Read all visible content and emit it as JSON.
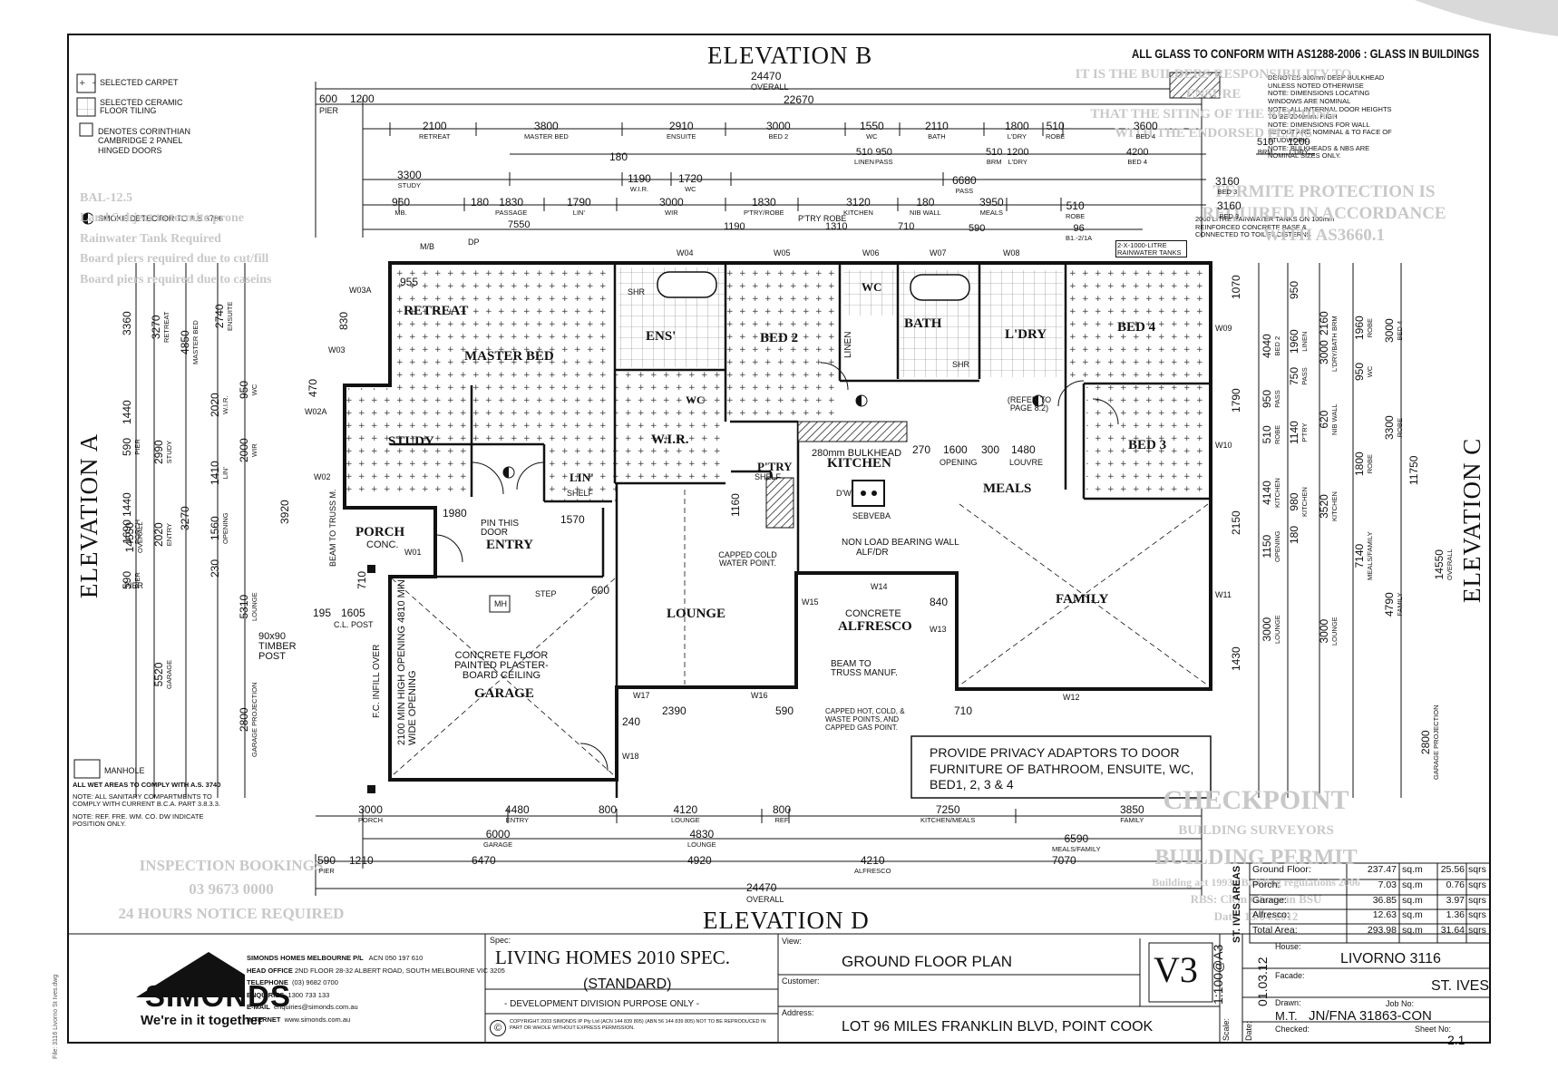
{
  "elevations": {
    "top": "ELEVATION B",
    "left": "ELEVATION A",
    "right": "ELEVATION C",
    "bottom": "ELEVATION D"
  },
  "glass_note": "ALL GLASS TO CONFORM WITH AS1288-2006 : GLASS IN BUILDINGS",
  "legend": {
    "carpet": "SELECTED CARPET",
    "tiling": "SELECTED CERAMIC FLOOR TILING",
    "doors": "DENOTES CORINTHIAN CAMBRIDGE 2 PANEL HINGED DOORS",
    "smoke": "SMOKE DETECTOR TO A.S 3786"
  },
  "bulkhead_notes": [
    "DENOTES 300mm DEEP BULKHEAD UNLESS NOTED OTHERWISE",
    "NOTE: DIMENSIONS LOCATING WINDOWS ARE NOMINAL",
    "NOTE: ALL INTERNAL DOOR HEIGHTS TO BE 2040mm. HIGH",
    "NOTE: DIMENSIONS FOR WALL SETOUT ARE NOMINAL & TO FACE OF STUDWORK.",
    "NOTE: BULKHEADS & NBS ARE NOMINAL SIZES ONLY."
  ],
  "tank_note": "2000 LITRE RAINWATER TANKS ON 100mm REINFORCED CONCRETE BASE & CONNECTED TO TOILET CISTERNS",
  "tank_label": "2-X-1000-LITRE RAINWATER TANKS",
  "faint_stamps": {
    "responsibility": [
      "IT IS THE BUILDERS RESPONSIBILITY TO ENSURE",
      "THAT THE SITING OF THE BUILDING",
      "WITH THE ENDORSED PLANS"
    ],
    "termite": [
      "TERMITE PROTECTION IS",
      "REQUIRED IN ACCORDANCE",
      "WITH AS3660.1"
    ],
    "bal": [
      "BAL-12.5",
      "Land Subject to termite prone",
      "Rainwater Tank Required",
      "Board piers required due to cut/fill",
      "Board piers required due to caseins"
    ],
    "inspection": [
      "INSPECTION BOOKINGS",
      "03 9673 0000",
      "24 HOURS NOTICE REQUIRED"
    ],
    "checkpoint": [
      "CHECKPOINT",
      "BUILDING SURVEYORS",
      "BUILDING PERMIT",
      "Building act 1993 / Building regulations 2006",
      "RBS: Clem Ghossein BSU",
      "Date: 13/04/2012"
    ]
  },
  "top_dims": {
    "overall": "24470",
    "overall_label": "OVERALL",
    "pier_600": "600",
    "pier_1200": "1200",
    "pier_label": "PIER",
    "d22670": "22670",
    "row1": [
      {
        "v": "2100",
        "l": "RETREAT"
      },
      {
        "v": "3800",
        "l": "MASTER BED"
      },
      {
        "v": "2910",
        "l": "ENSUITE"
      },
      {
        "v": "3000",
        "l": "BED 2"
      },
      {
        "v": "1550",
        "l": "WC"
      },
      {
        "v": "2110",
        "l": "BATH"
      },
      {
        "v": "1800",
        "l": "L'DRY"
      },
      {
        "v": "510",
        "l": "ROBE"
      },
      {
        "v": "3600",
        "l": "BED 4"
      }
    ],
    "row2": [
      {
        "v": "510",
        "l": "LINEN"
      },
      {
        "v": "950",
        "l": "PASS"
      },
      {
        "v": "510",
        "l": "BRM"
      },
      {
        "v": "1200",
        "l": "L'DRY"
      },
      {
        "v": "4200",
        "l": "BED 4"
      }
    ],
    "row3": [
      {
        "v": "3300",
        "l": "STUDY"
      },
      {
        "v": "180",
        "l": ""
      },
      {
        "v": "1190",
        "l": "W.I.R."
      },
      {
        "v": "1720",
        "l": "WC"
      },
      {
        "v": "6680",
        "l": "PASS"
      },
      {
        "v": "3160",
        "l": "BED 3"
      }
    ],
    "row4": [
      {
        "v": "960",
        "l": "MB."
      },
      {
        "v": "180",
        "l": ""
      },
      {
        "v": "1830",
        "l": "PASSAGE"
      },
      {
        "v": "1790",
        "l": "LIN'"
      },
      {
        "v": "3000",
        "l": "WIR"
      },
      {
        "v": "1830",
        "l": "P'TRY/ROBE"
      },
      {
        "v": "3120",
        "l": "KITCHEN"
      },
      {
        "v": "180",
        "l": "NIB WALL"
      },
      {
        "v": "3950",
        "l": "MEALS"
      },
      {
        "v": "510",
        "l": "ROBE"
      },
      {
        "v": "3160",
        "l": "BED 3"
      }
    ],
    "row5": [
      {
        "v": "7550",
        "l": ""
      },
      {
        "v": "1190",
        "l": ""
      },
      {
        "v": "1310",
        "l": ""
      },
      {
        "v": "710",
        "l": ""
      },
      {
        "v": "590",
        "l": ""
      },
      {
        "v": "96",
        "l": "B1.-2/1A"
      }
    ],
    "right_small": [
      {
        "v": "510",
        "l": "BRM"
      },
      {
        "v": "1200",
        "l": "L'DRY"
      }
    ]
  },
  "rooms": {
    "retreat": "RETREAT",
    "master_bed": "MASTER BED",
    "ens": "ENS'",
    "bed2": "BED 2",
    "wc": "WC",
    "bath": "BATH",
    "ldry": "L'DRY",
    "bed4": "BED 4",
    "study": "STUDY",
    "lin": "LIN'",
    "wir": "W.I.R.",
    "wc2": "WC",
    "ptry": "P'TRY",
    "kitchen": "KITCHEN",
    "meals": "MEALS",
    "bed3": "BED 3",
    "porch": "PORCH",
    "porch_sub": "CONC.",
    "entry": "ENTRY",
    "lounge": "LOUNGE",
    "alfresco": "ALFRESCO",
    "alfresco_sub": "CONCRETE",
    "family": "FAMILY",
    "garage": "GARAGE",
    "linen": "LINEN",
    "shr": "SHR",
    "shr2": "SHR",
    "shelf": "SHELF",
    "shelf2": "SHELF",
    "mh": "MH"
  },
  "windows": [
    "W04",
    "W05",
    "W06",
    "W07",
    "W08",
    "W09",
    "W10",
    "W11",
    "W12",
    "W13",
    "W14",
    "W15",
    "W16",
    "W17",
    "W18",
    "W01",
    "W02",
    "W02A",
    "W03",
    "W03A"
  ],
  "plan_notes": {
    "bulkhead": "280mm BULKHEAD",
    "refer": "(REFER TO PAGE 8.2)",
    "opening_1600": "1600",
    "opening": "OPENING",
    "louvre_300": "300",
    "louvre_1480": "1480",
    "louvre": "LOUVRE",
    "d270": "270",
    "pin_door": "PIN THIS DOOR",
    "d1980": "1980",
    "d1570": "1570",
    "capped_cold": "CAPPED COLD WATER POINT.",
    "d1160": "1160",
    "non_load": "NON LOAD BEARING WALL",
    "alf_dr": "ALF/DR",
    "d840": "840",
    "beam_truss": "BEAM TO TRUSS MANUF.",
    "capped_hot": "CAPPED HOT, COLD, & WASTE POINTS, AND CAPPED GAS POINT.",
    "d2390": "2390",
    "d590": "590",
    "d710": "710",
    "d240": "240",
    "garage_ceiling": "CONCRETE FLOOR PAINTED PLASTER-BOARD CEILING",
    "garage_opening": "2100 MIN HIGH OPENING 4810 MIN WIDE OPENING",
    "fc_infill": "F.C. INFILL OVER",
    "step": "STEP",
    "d600": "600",
    "timber_post": "90x90 TIMBER POST",
    "d195": "195",
    "d1605": "1605",
    "cl_post": "C.L. POST",
    "beam_truss_m": "BEAM TO TRUSS M.",
    "d3920": "3920",
    "d470": "470",
    "d830": "830",
    "d955": "955",
    "d710b": "710",
    "dw": "D'W",
    "sebveba": "SEBVEBA",
    "dp": "DP",
    "mb": "M/B",
    "ptry_robe": "P'TRY ROBE",
    "pier": "PIER"
  },
  "privacy_note": "PROVIDE PRIVACY ADAPTORS TO DOOR FURNITURE OF BATHROOM, ENSUITE, WC, BED1, 2, 3 & 4",
  "left_notes": {
    "manhole": "MANHOLE",
    "wet_areas": "ALL WET AREAS TO COMPLY WITH A.S. 3740",
    "sanitary": "NOTE: ALL SANITARY COMPARTMENTS TO COMPLY WITH CURRENT B.C.A. PART 3.8.3.3.",
    "ref": "NOTE: REF. FRE. WM. CO. DW INDICATE POSITION ONLY."
  },
  "left_dims": [
    {
      "v": "3360",
      "l": ""
    },
    {
      "v": "3270",
      "l": "RETREAT"
    },
    {
      "v": "4850",
      "l": "MASTER BED"
    },
    {
      "v": "2740",
      "l": "ENSUITE"
    },
    {
      "v": "14550",
      "l": "OVERALL"
    },
    {
      "v": "1440",
      "l": ""
    },
    {
      "v": "590",
      "l": "PIER"
    },
    {
      "v": "2990",
      "l": "STUDY"
    },
    {
      "v": "2020",
      "l": "W.I.R."
    },
    {
      "v": "950",
      "l": "WC"
    },
    {
      "v": "1440",
      "l": ""
    },
    {
      "v": "3270",
      "l": ""
    },
    {
      "v": "1410",
      "l": "LIN'"
    },
    {
      "v": "2000",
      "l": "WIR"
    },
    {
      "v": "1690",
      "l": "PORCH"
    },
    {
      "v": "2020",
      "l": "ENTRY"
    },
    {
      "v": "230",
      "l": ""
    },
    {
      "v": "1560",
      "l": "OPENING"
    },
    {
      "v": "590",
      "l": "PIER"
    },
    {
      "v": "5310",
      "l": "LOUNGE"
    },
    {
      "v": "5520",
      "l": "GARAGE"
    },
    {
      "v": "2800",
      "l": "GARAGE PROJECTION"
    }
  ],
  "right_dims": [
    {
      "v": "1070",
      "l": ""
    },
    {
      "v": "1790",
      "l": ""
    },
    {
      "v": "2150",
      "l": ""
    },
    {
      "v": "1430",
      "l": ""
    },
    {
      "v": "4040",
      "l": "BED 2"
    },
    {
      "v": "950",
      "l": ""
    },
    {
      "v": "1960",
      "l": "LINEN"
    },
    {
      "v": "2160",
      "l": "BRM"
    },
    {
      "v": "3000",
      "l": "L'DRY/BATH"
    },
    {
      "v": "1960",
      "l": "ROBE"
    },
    {
      "v": "3000",
      "l": "BED 4"
    },
    {
      "v": "750",
      "l": "PASS"
    },
    {
      "v": "950",
      "l": "PASS"
    },
    {
      "v": "950",
      "l": "WC"
    },
    {
      "v": "620",
      "l": "NIB WALL"
    },
    {
      "v": "510",
      "l": "ROBE"
    },
    {
      "v": "1140",
      "l": "P'TRY"
    },
    {
      "v": "3300",
      "l": "ROBE"
    },
    {
      "v": "980",
      "l": "KITCHEN"
    },
    {
      "v": "4140",
      "l": "KITCHEN"
    },
    {
      "v": "3520",
      "l": "KITCHEN"
    },
    {
      "v": "7140",
      "l": "MEALS/FAMILY"
    },
    {
      "v": "1800",
      "l": "ROBE"
    },
    {
      "v": "11750",
      "l": ""
    },
    {
      "v": "1150",
      "l": "OPENING"
    },
    {
      "v": "180",
      "l": ""
    },
    {
      "v": "3000",
      "l": "LOUNGE"
    },
    {
      "v": "3000",
      "l": "LOUNGE"
    },
    {
      "v": "4790",
      "l": "FAMILY"
    },
    {
      "v": "14550",
      "l": "OVERALL"
    },
    {
      "v": "2800",
      "l": "GARAGE PROJECTION"
    }
  ],
  "bottom_dims": {
    "row1": [
      {
        "v": "3000",
        "l": "PORCH"
      },
      {
        "v": "4480",
        "l": "ENTRY"
      },
      {
        "v": "800",
        "l": ""
      },
      {
        "v": "4120",
        "l": "LOUNGE"
      },
      {
        "v": "800",
        "l": "REF"
      },
      {
        "v": "7250",
        "l": "KITCHEN/MEALS"
      },
      {
        "v": "3850",
        "l": "FAMILY"
      }
    ],
    "row2": [
      {
        "v": "6000",
        "l": "GARAGE"
      },
      {
        "v": "4830",
        "l": "LOUNGE"
      },
      {
        "v": "6590",
        "l": "MEALS/FAMILY"
      }
    ],
    "row3": [
      {
        "v": "590",
        "l": "PIER"
      },
      {
        "v": "1210",
        "l": ""
      },
      {
        "v": "6470",
        "l": ""
      },
      {
        "v": "4920",
        "l": ""
      },
      {
        "v": "4210",
        "l": "ALFRESCO"
      },
      {
        "v": "7070",
        "l": ""
      }
    ],
    "overall": "24470",
    "overall_label": "OVERALL"
  },
  "areas": {
    "heading": "ST. IVES AREAS",
    "rows": [
      {
        "name": "Ground Floor:",
        "sqm": "237.47",
        "u1": "sq.m",
        "sq": "25.56",
        "u2": "sqrs"
      },
      {
        "name": "Porch:",
        "sqm": "7.03",
        "u1": "sq.m",
        "sq": "0.76",
        "u2": "sqrs"
      },
      {
        "name": "Garage:",
        "sqm": "36.85",
        "u1": "sq.m",
        "sq": "3.97",
        "u2": "sqrs"
      },
      {
        "name": "Alfresco:",
        "sqm": "12.63",
        "u1": "sq.m",
        "sq": "1.36",
        "u2": "sqrs"
      },
      {
        "name": "Total Area:",
        "sqm": "293.98",
        "u1": "sq.m",
        "sq": "31.64",
        "u2": "sqrs"
      }
    ]
  },
  "company": {
    "name": "SIMONDS HOMES MELBOURNE P/L",
    "acn": "ACN 050 197 610",
    "head_office_label": "HEAD OFFICE",
    "head_office": "2ND FLOOR 28-32 ALBERT ROAD, SOUTH MELBOURNE VIC 3205",
    "telephone_label": "TELEPHONE",
    "telephone": "(03) 9682 0700",
    "enquiries_label": "ENQUIRIES",
    "enquiries": "1300 733 133",
    "email_label": "E-MAIL",
    "email": "enquiries@simonds.com.au",
    "internet_label": "INTERNET",
    "internet": "www.simonds.com.au",
    "logo": "SIMONDS",
    "tagline": "We're in it together"
  },
  "spec": {
    "label": "Spec:",
    "title": "LIVING HOMES 2010 SPEC.",
    "sub": "(STANDARD)",
    "note": "- DEVELOPMENT DIVISION PURPOSE ONLY -",
    "copyright": "COPYRIGHT 2003 SIMONDS IP Pty Ltd (ACN 144 839 805) (ABN 56 144 839 805) NOT TO BE REPRODUCED IN PART OR WHOLE WITHOUT EXPRESS PERMISSION."
  },
  "title_block": {
    "view_label": "View:",
    "view": "GROUND FLOOR PLAN",
    "version": "V3",
    "customer_label": "Customer:",
    "customer": "",
    "address_label": "Address:",
    "address": "LOT 96 MILES FRANKLIN BLVD, POINT COOK",
    "scale_label": "Scale:",
    "scale": "1:100@A3",
    "date_label": "Date:",
    "date": "01.03.12",
    "house_label": "House:",
    "house": "LIVORNO 3116",
    "facade_label": "Facade:",
    "facade": "ST. IVES",
    "drawn_label": "Drawn:",
    "drawn": "M.T.",
    "job_label": "Job No:",
    "job": "JN/FNA 31863-CON",
    "checked_label": "Checked:",
    "sheet_label": "Sheet No:",
    "sheet": "2.1"
  },
  "side_stamp": "File: 3116 Livorno St Ives.dwg"
}
